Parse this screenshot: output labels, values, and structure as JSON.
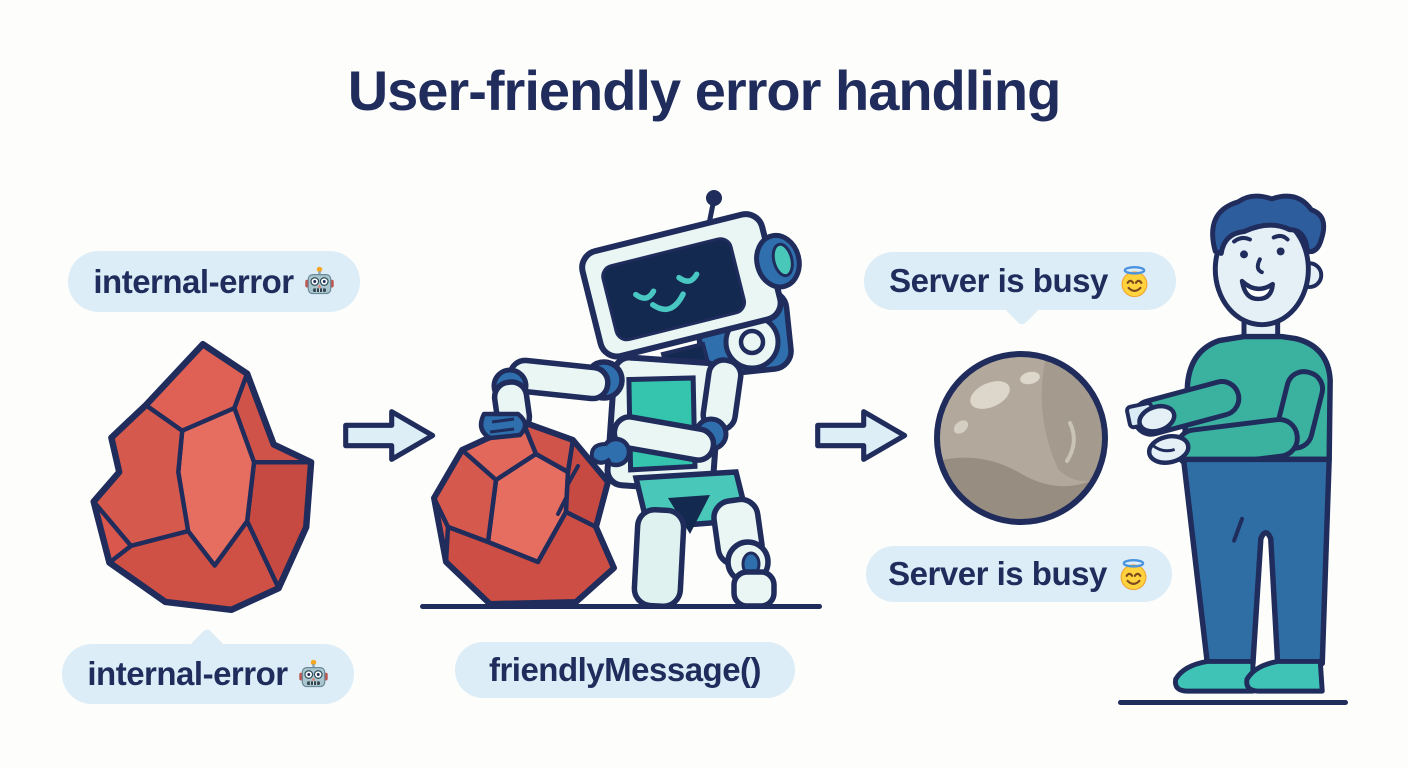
{
  "title": "User-friendly error handling",
  "colors": {
    "navy": "#1f2c5c",
    "bubble_bg": "#dcedf7",
    "arrow_fill": "#ddeef6",
    "rock_red": "#d9574c",
    "robot_teal": "#35c4ae",
    "robot_blue": "#2f6fae",
    "sphere_gray": "#aba296",
    "shirt_teal": "#3bb2a0",
    "pants_blue": "#2f6ea5"
  },
  "stage_error": {
    "top_label": "internal-error",
    "bottom_label": "internal-error",
    "emoji_icon": "robot-face-emoji",
    "illustration": "red-jagged-error-rock"
  },
  "stage_transform": {
    "label": "friendlyMessage()",
    "illustration": "robot-polishing-error-rock"
  },
  "stage_friendly": {
    "top_label": "Server is busy",
    "bottom_label": "Server is busy",
    "emoji_icon": "halo-smile-emoji",
    "illustration": "smooth-gray-sphere"
  },
  "person": {
    "illustration": "user-receiving-friendly-message"
  },
  "arrows": {
    "icon": "right-arrow"
  }
}
